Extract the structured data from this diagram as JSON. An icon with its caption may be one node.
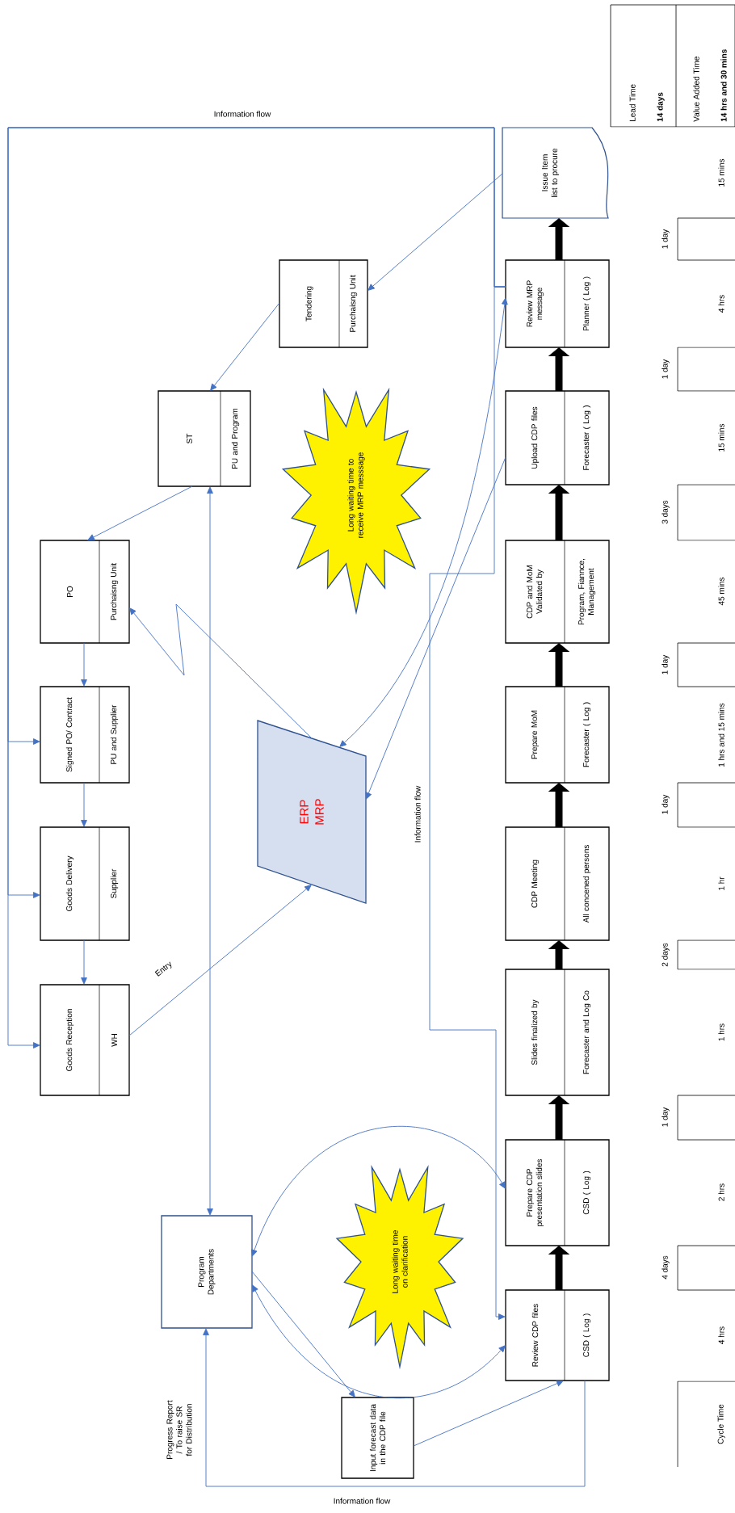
{
  "diagram": {
    "nodes": [
      {
        "text": [
          "Tendering",
          "Purchaisng Unit"
        ]
      },
      {
        "text": [
          "ST",
          "PU and Program"
        ]
      },
      {
        "text": [
          "PO",
          "Purchaisng Unit"
        ]
      },
      {
        "text": [
          "Signed PO/ Contract",
          "PU and Supplier"
        ]
      },
      {
        "text": [
          "Goods Delivery",
          "Supplier"
        ]
      },
      {
        "text": [
          "Goods Reception",
          "WH"
        ]
      },
      {
        "text": [
          "ERP MRP"
        ]
      },
      {
        "text": [
          "Long waiting time to receive MRP messsage"
        ]
      },
      {
        "text": [
          "Program Departments"
        ]
      },
      {
        "text": [
          "Long waiting time on clarification"
        ]
      },
      {
        "text": [
          "Input forecast data in the CDP file"
        ]
      },
      {
        "text": [
          "Review CDP files",
          "CSD ( Log )"
        ]
      },
      {
        "text": [
          "Prepare CDP presentation slides",
          "CSD ( Log )"
        ]
      },
      {
        "text": [
          "Slides finalized by",
          "Forecaster and Log Co"
        ]
      },
      {
        "text": [
          "CDP Meeting",
          "All concened persons"
        ]
      },
      {
        "text": [
          "Prepare MoM",
          "Forecaster ( Log )"
        ]
      },
      {
        "text": [
          "CDP and MoM Validated by",
          "Program, Fiannce, Management"
        ]
      },
      {
        "text": [
          "Upload CDP files",
          "Forecaster ( Log )"
        ]
      },
      {
        "text": [
          "Review MRP message",
          "Planner ( Log )"
        ]
      },
      {
        "text": [
          "Issue Item list to procure"
        ]
      }
    ],
    "edges": [
      {
        "from": 19,
        "to": 0,
        "arrow": "to"
      },
      {
        "from": 0,
        "to": 1,
        "arrow": "to"
      },
      {
        "from": 1,
        "to": 2,
        "arrow": "to"
      },
      {
        "from": 2,
        "to": 3,
        "arrow": "to"
      },
      {
        "from": 3,
        "to": 4,
        "arrow": "to"
      },
      {
        "from": 4,
        "to": 5,
        "arrow": "to"
      },
      {
        "from": 5,
        "to": 6,
        "arrow": "to",
        "label": "Entry"
      },
      {
        "from": 6,
        "to": 2,
        "arrow": "to"
      },
      {
        "from": 17,
        "to": 6,
        "arrow": "to"
      },
      {
        "from": 6,
        "to": 18,
        "arrow": "both"
      },
      {
        "from": 1,
        "to": 8,
        "arrow": "both"
      },
      {
        "from": 8,
        "to": 10,
        "arrow": "to"
      },
      {
        "from": 10,
        "to": 11,
        "arrow": "to"
      },
      {
        "from": 11,
        "to": 8,
        "arrow": "to",
        "label": "Information flow"
      },
      {
        "from": 8,
        "to": 12,
        "arrow": "both"
      },
      {
        "from": 8,
        "to": 11,
        "arrow": "both"
      },
      {
        "from": 18,
        "to": 3,
        "arrow": "to"
      },
      {
        "from": 18,
        "to": 4,
        "arrow": "to"
      },
      {
        "from": 18,
        "to": 5,
        "arrow": "to",
        "label": "Information flow"
      },
      {
        "from": 18,
        "to": 11,
        "arrow": "to",
        "label": "Information flow"
      },
      {
        "from": 11,
        "to": 12,
        "arrow": "to",
        "style": "thick",
        "color": "#000000"
      },
      {
        "from": 12,
        "to": 13,
        "arrow": "to",
        "style": "thick",
        "color": "#000000"
      },
      {
        "from": 13,
        "to": 14,
        "arrow": "to",
        "style": "thick",
        "color": "#000000"
      },
      {
        "from": 14,
        "to": 15,
        "arrow": "to",
        "style": "thick",
        "color": "#000000"
      },
      {
        "from": 15,
        "to": 16,
        "arrow": "to",
        "style": "thick",
        "color": "#000000"
      },
      {
        "from": 16,
        "to": 17,
        "arrow": "to",
        "style": "thick",
        "color": "#000000"
      },
      {
        "from": 17,
        "to": 18,
        "arrow": "to",
        "style": "thick",
        "color": "#000000"
      },
      {
        "from": 18,
        "to": 19,
        "arrow": "to",
        "style": "thick",
        "color": "#000000"
      }
    ],
    "labels": [
      "Progress Report / To raise SR for Distribution",
      "Cycle Time",
      "4 hrs",
      "4 days",
      "2 hrs",
      "1 day",
      "1 hrs",
      "2 days",
      "1 hr",
      "1 day",
      "1 hrs and 15 mins",
      "1 day",
      "45 mins",
      "3 days",
      "15 mins",
      "1 day",
      "4 hrs",
      "1 day",
      "15 mins",
      "Lead Time",
      "14 days",
      "Value Added Time",
      "14 hrs and 30 mins"
    ]
  }
}
